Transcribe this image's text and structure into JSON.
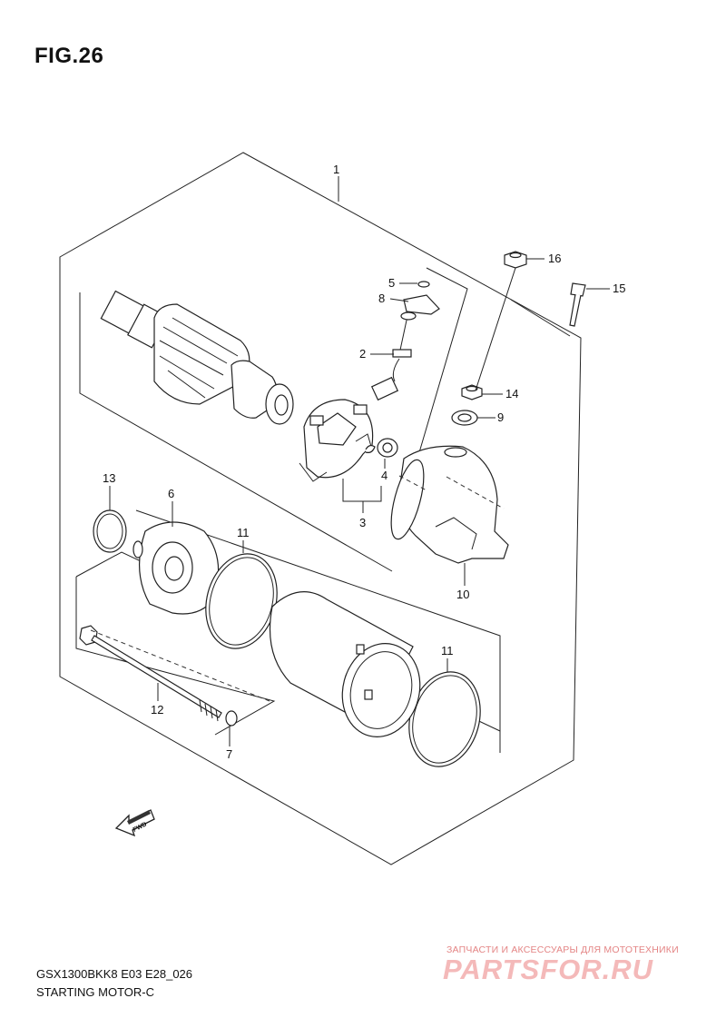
{
  "figure": {
    "title": "FIG.26",
    "model_code": "GSX1300BKK8 E03 E28_026",
    "section_name": "STARTING MOTOR-C"
  },
  "callouts": [
    {
      "id": "c1",
      "label": "1"
    },
    {
      "id": "c2",
      "label": "2"
    },
    {
      "id": "c3",
      "label": "3"
    },
    {
      "id": "c4",
      "label": "4"
    },
    {
      "id": "c5",
      "label": "5"
    },
    {
      "id": "c6",
      "label": "6"
    },
    {
      "id": "c7",
      "label": "7"
    },
    {
      "id": "c8",
      "label": "8"
    },
    {
      "id": "c9",
      "label": "9"
    },
    {
      "id": "c10",
      "label": "10"
    },
    {
      "id": "c11a",
      "label": "11"
    },
    {
      "id": "c11b",
      "label": "11"
    },
    {
      "id": "c12",
      "label": "12"
    },
    {
      "id": "c13",
      "label": "13"
    },
    {
      "id": "c14",
      "label": "14"
    },
    {
      "id": "c15",
      "label": "15"
    },
    {
      "id": "c16",
      "label": "16"
    }
  ],
  "direction_marker": {
    "label": "FWD"
  },
  "watermark": {
    "tagline": "ЗАПЧАСТИ И АКСЕССУАРЫ ДЛЯ МОТОТЕХНИКИ",
    "brand": "PARTSFOR.RU"
  }
}
